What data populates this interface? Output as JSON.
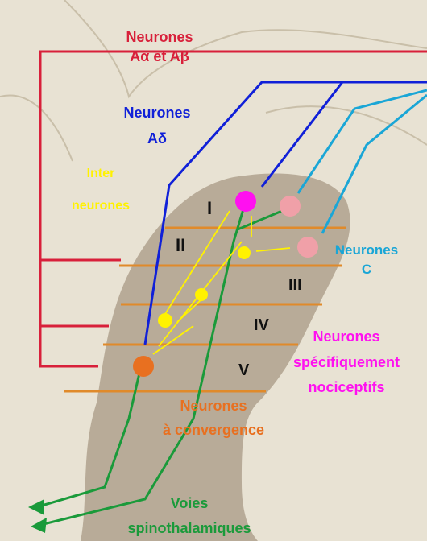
{
  "labels": {
    "neurones_ab_line1": "Neurones",
    "neurones_ab_line2": "Aα et Aβ",
    "neurones_ad_line1": "Neurones",
    "neurones_ad_line2": "Aδ",
    "interneurones_line1": "Inter",
    "interneurones_line2": "neurones",
    "neurones_c_line1": "Neurones",
    "neurones_c_line2": "C",
    "nociceptifs_line1": "Neurones",
    "nociceptifs_line2": "spécifiquement",
    "nociceptifs_line3": "nociceptifs",
    "convergence_line1": "Neurones",
    "convergence_line2": "à convergence",
    "voies_line1": "Voies",
    "voies_line2": "spinothalamiques"
  },
  "laminae": [
    "I",
    "II",
    "III",
    "IV",
    "V"
  ],
  "colors": {
    "background": "#e9e4d8",
    "tissue_light": "#dcd3c2",
    "dorsal_horn": "#b8ab98",
    "fibers_ab": "#d8203a",
    "fibers_ad": "#1020d8",
    "fibers_c": "#1aa6d6",
    "interneurons": "#fff200",
    "nociceptive_specific": "#ff10f0",
    "wide_dynamic_range": "#e87020",
    "spinothalamic": "#1a9a3a",
    "lamina_lines": "#e08a2a",
    "pink_cells": "#f0a0a8"
  }
}
